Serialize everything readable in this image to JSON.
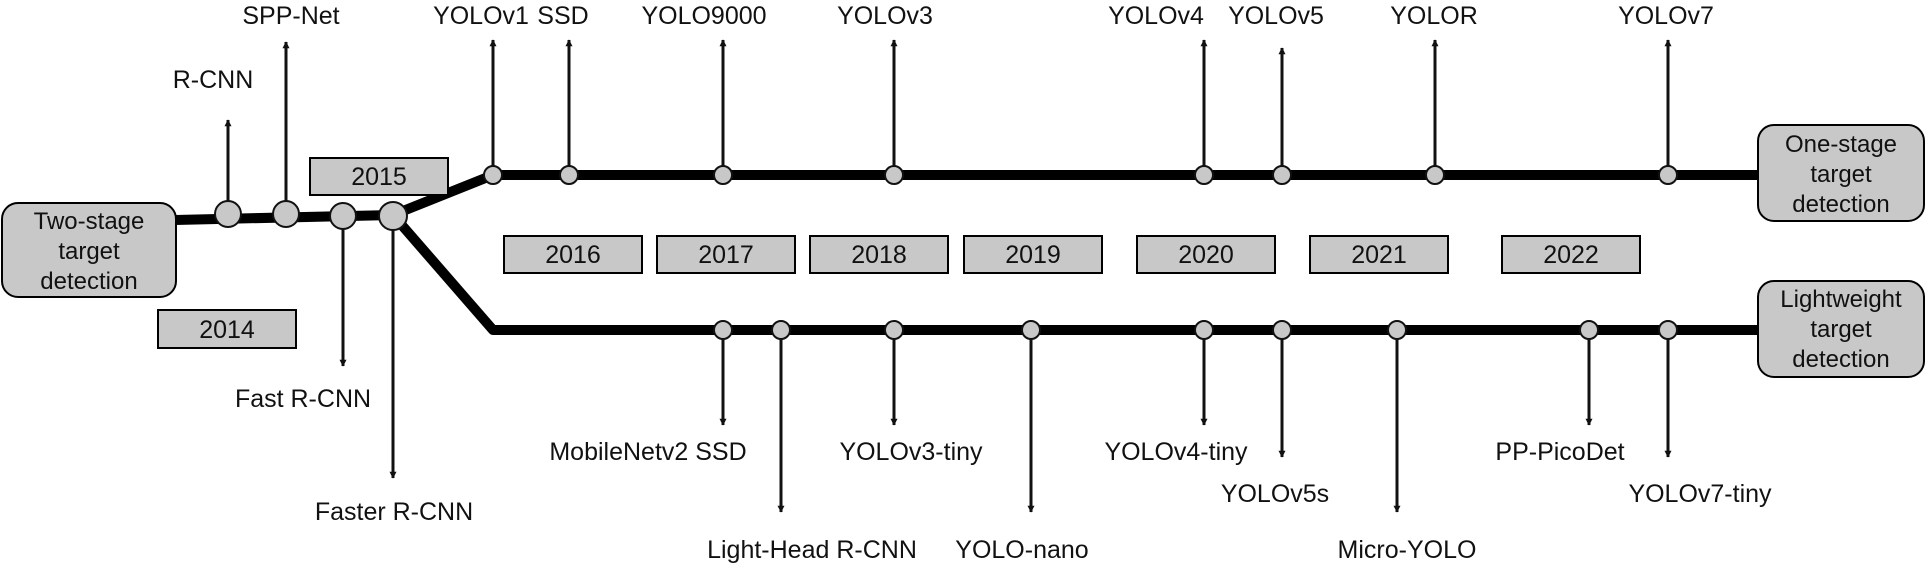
{
  "terminals": {
    "two_stage": [
      "Two-stage",
      "target",
      "detection"
    ],
    "one_stage": [
      "One-stage",
      "target",
      "detection"
    ],
    "lightweight": [
      "Lightweight",
      "target",
      "detection"
    ]
  },
  "years": [
    "2014",
    "2015",
    "2016",
    "2017",
    "2018",
    "2019",
    "2020",
    "2021",
    "2022"
  ],
  "two_stage_models": {
    "up": [
      "R-CNN",
      "SPP-Net"
    ],
    "down": [
      "Fast R-CNN",
      "Faster R-CNN"
    ]
  },
  "one_stage_models": [
    "YOLOv1",
    "SSD",
    "YOLO9000",
    "YOLOv3",
    "YOLOv4",
    "YOLOv5",
    "YOLOR",
    "YOLOv7"
  ],
  "lightweight_models": [
    "MobileNetv2 SSD",
    "Light-Head R-CNN",
    "YOLOv3-tiny",
    "YOLO-nano",
    "YOLOv4-tiny",
    "YOLOv5s",
    "Micro-YOLO",
    "PP-PicoDet",
    "YOLOv7-tiny"
  ]
}
